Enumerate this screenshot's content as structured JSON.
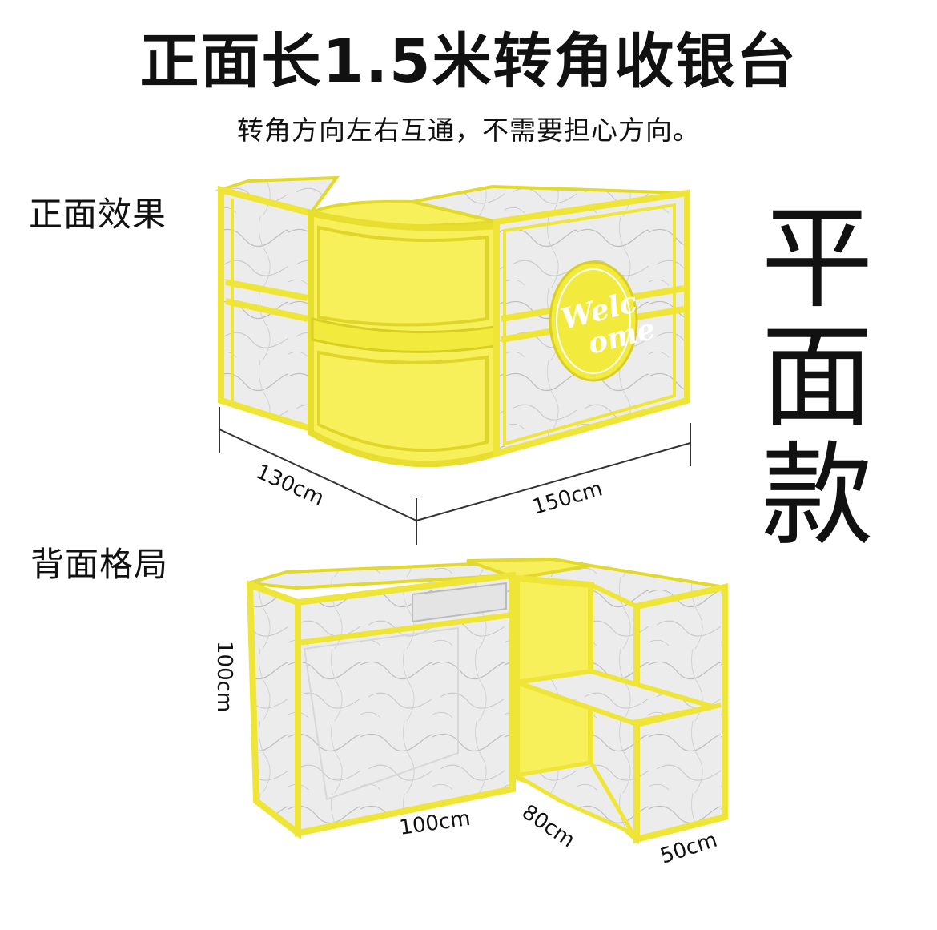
{
  "header": {
    "title": "正面长1.5米转角收银台",
    "subtitle": "转角方向左右互通，不需要担心方向。"
  },
  "sections": {
    "front_label": "正面效果",
    "back_label": "背面格局"
  },
  "side_text": [
    "平",
    "面",
    "款"
  ],
  "front_view": {
    "sign_line1": "Welc",
    "sign_line2": "ome",
    "dim_depth": "130cm",
    "dim_length": "150cm"
  },
  "back_view": {
    "dim_height": "100cm",
    "dim_left_width": "100cm",
    "dim_mid_width": "80cm",
    "dim_right_depth": "50cm"
  },
  "colors": {
    "frame_yellow": "#f2ea3c",
    "panel_yellow": "#f7f05a",
    "marble": "#e9e9e9",
    "text": "#111111"
  }
}
